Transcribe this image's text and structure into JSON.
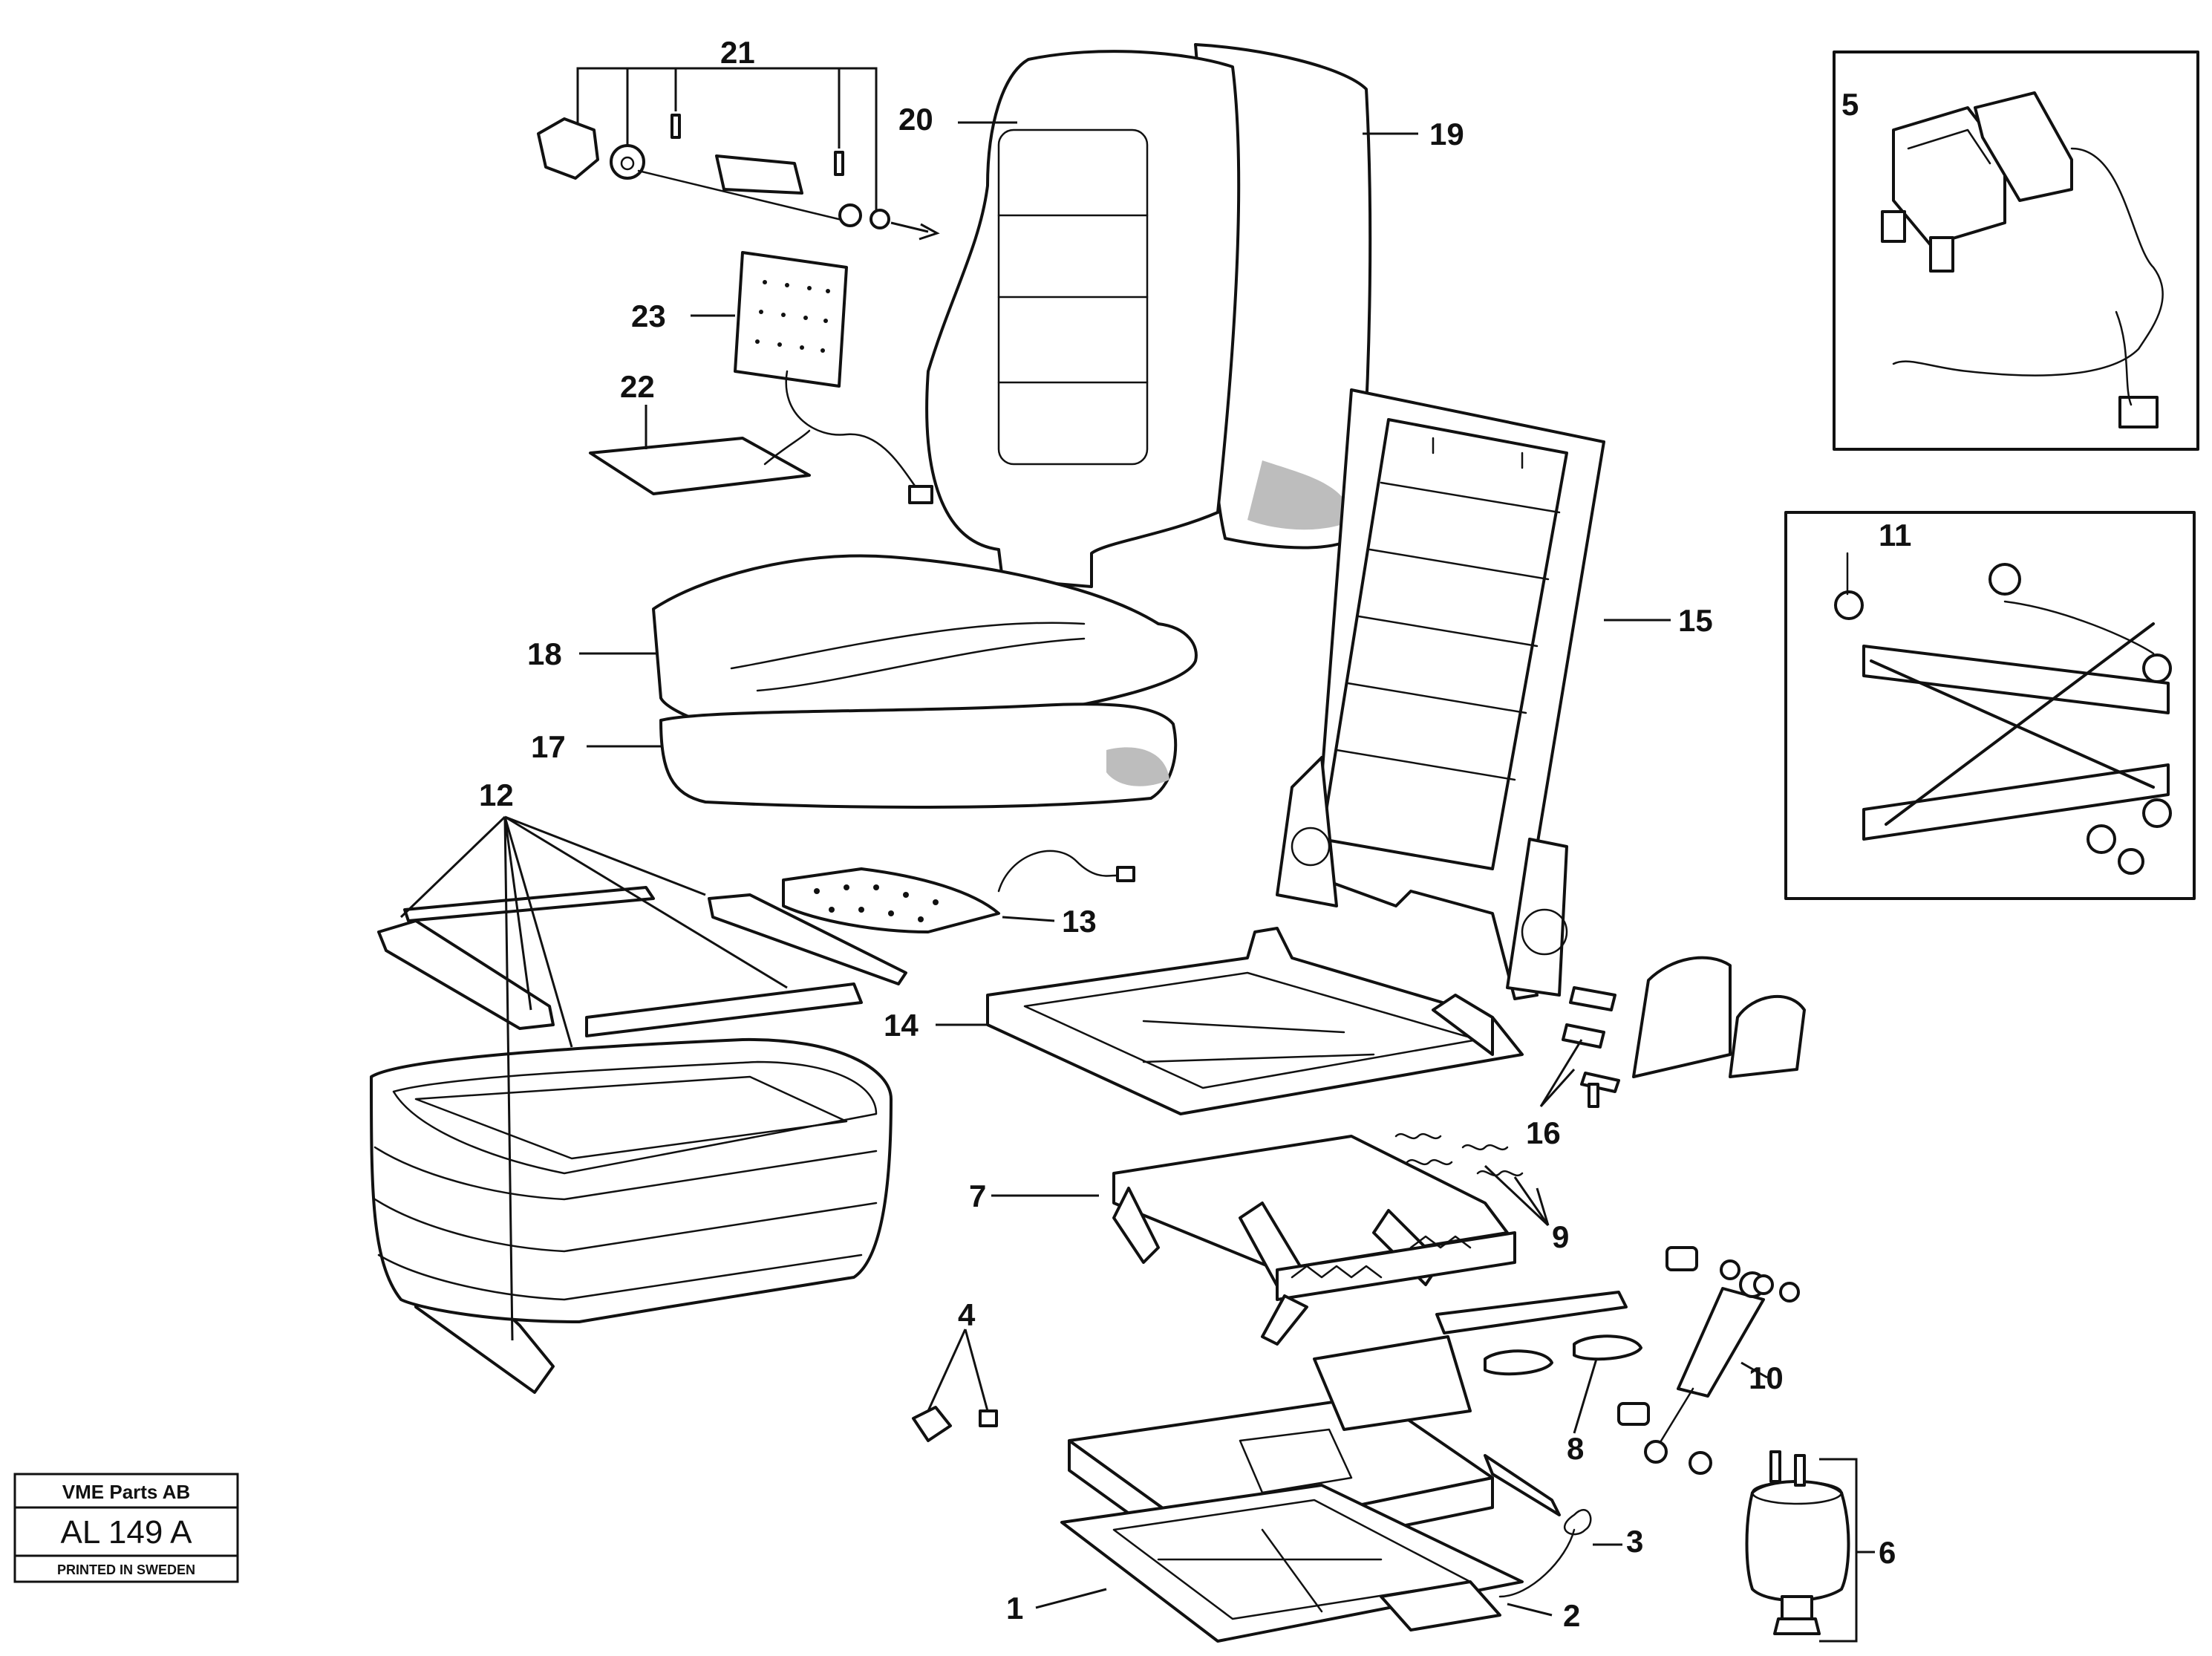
{
  "diagram": {
    "type": "exploded parts diagram",
    "callouts": [
      "1",
      "2",
      "3",
      "4",
      "5",
      "6",
      "7",
      "8",
      "9",
      "10",
      "11",
      "12",
      "13",
      "14",
      "15",
      "16",
      "17",
      "18",
      "19",
      "20",
      "21",
      "22",
      "23"
    ]
  },
  "stamp": {
    "company": "VME Parts AB",
    "code": "AL 149 A",
    "printed": "PRINTED IN SWEDEN"
  },
  "colors": {
    "ink": "#111111",
    "paper": "#ffffff",
    "shade": "#bdbdbd"
  }
}
